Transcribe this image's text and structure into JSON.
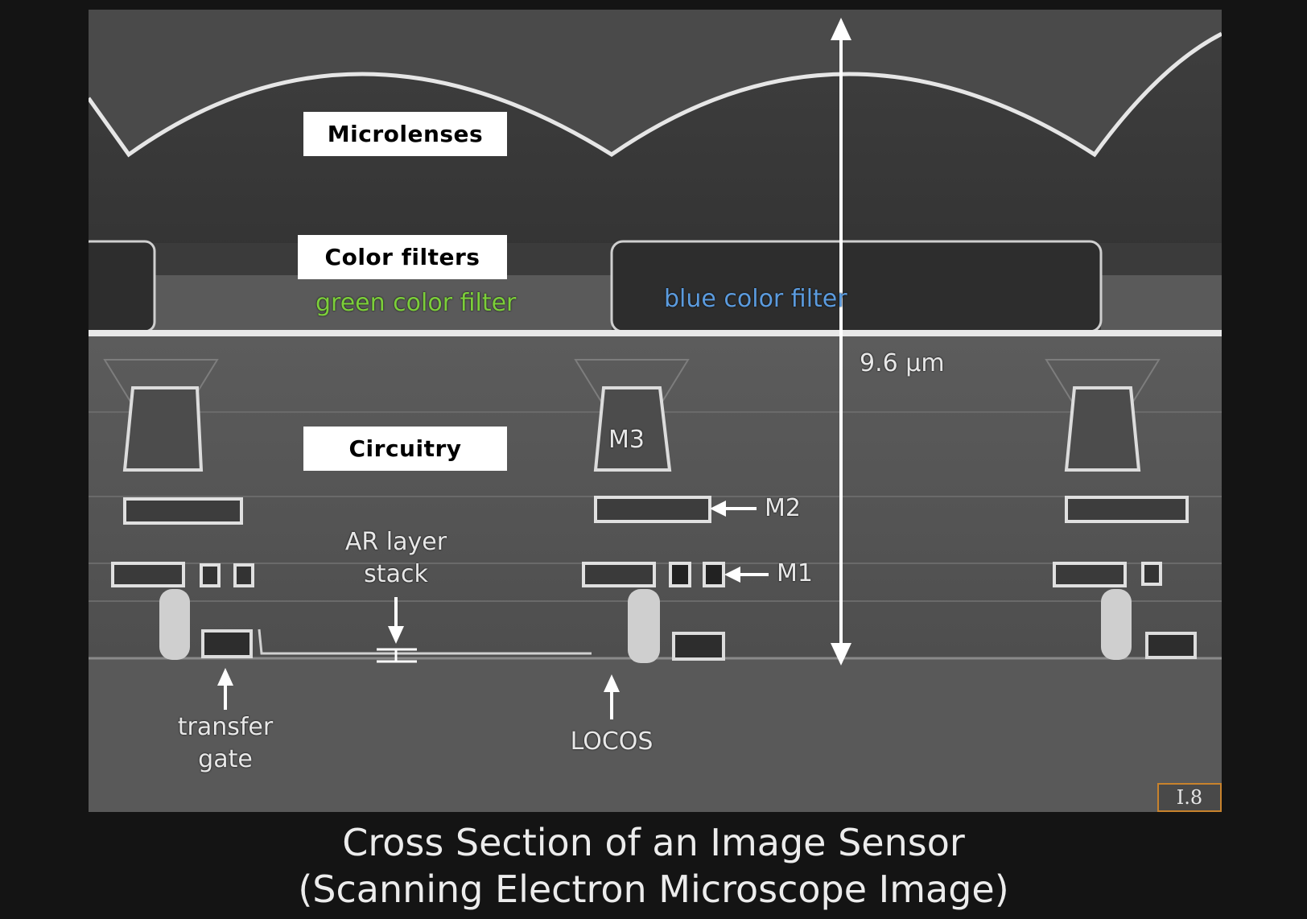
{
  "figure": {
    "labels": {
      "microlenses": "Microlenses",
      "color_filters": "Color filters",
      "circuitry": "Circuitry"
    },
    "annotations": {
      "green_filter": "green color filter",
      "blue_filter": "blue color filter",
      "height": "9.6 μm",
      "m3": "M3",
      "m2": "M2",
      "m1": "M1",
      "ar_layer_line1": "AR layer",
      "ar_layer_line2": "stack",
      "transfer_gate_line1": "transfer",
      "transfer_gate_line2": "gate",
      "locos": "LOCOS"
    },
    "slide_number": "I.8"
  },
  "caption": {
    "line1": "Cross Section of an Image Sensor",
    "line2": "(Scanning Electron Microscope Image)"
  }
}
